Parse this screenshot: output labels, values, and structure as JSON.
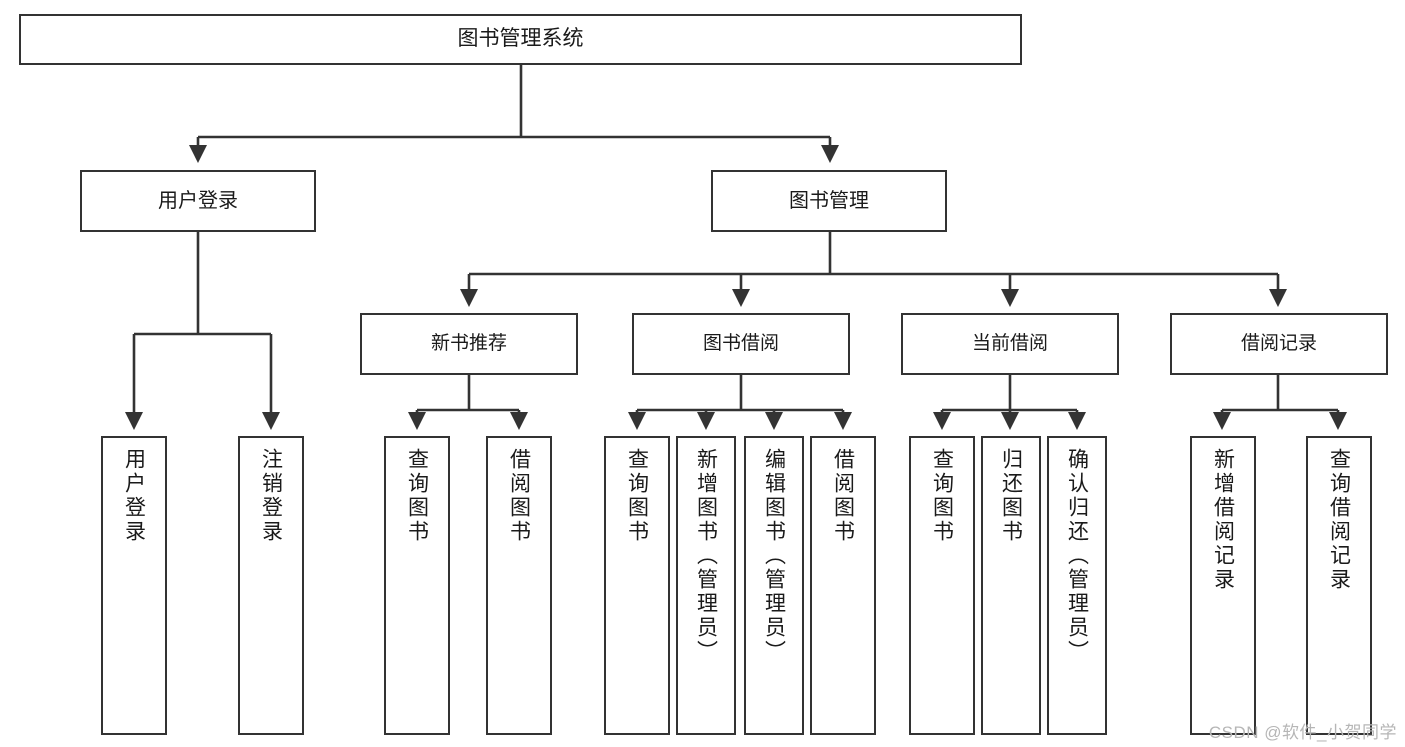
{
  "diagram": {
    "title": "图书管理系统",
    "type": "tree-hierarchy",
    "orientation": "top-down",
    "watermark": "CSDN @软件_小贺同学",
    "colors": {
      "box_border": "#333333",
      "box_fill": "#ffffff",
      "connector": "#333333",
      "text": "#1a1a1a",
      "watermark": "#b6b6b6"
    },
    "root": {
      "label": "图书管理系统"
    },
    "level1": [
      {
        "label": "用户登录"
      },
      {
        "label": "图书管理"
      }
    ],
    "level2": [
      {
        "label": "新书推荐"
      },
      {
        "label": "图书借阅"
      },
      {
        "label": "当前借阅"
      },
      {
        "label": "借阅记录"
      }
    ],
    "leaves": {
      "user_login": [
        {
          "label": "用户登录"
        },
        {
          "label": "注销登录"
        }
      ],
      "new_book_recommend": [
        {
          "label": "查询图书"
        },
        {
          "label": "借阅图书"
        }
      ],
      "book_borrow": [
        {
          "label": "查询图书"
        },
        {
          "label": "新增图书（管理员）"
        },
        {
          "label": "编辑图书（管理员）"
        },
        {
          "label": "借阅图书"
        }
      ],
      "current_borrow": [
        {
          "label": "查询图书"
        },
        {
          "label": "归还图书"
        },
        {
          "label": "确认归还（管理员）"
        }
      ],
      "borrow_record": [
        {
          "label": "新增借阅记录"
        },
        {
          "label": "查询借阅记录"
        }
      ]
    }
  }
}
